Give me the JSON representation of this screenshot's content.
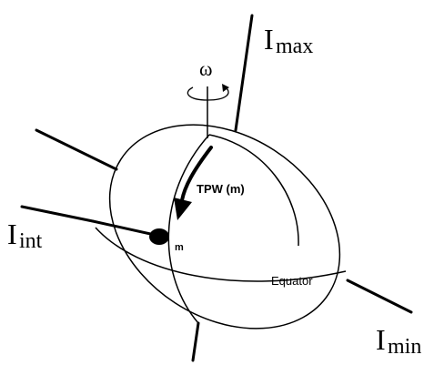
{
  "labels": {
    "omega": "ω",
    "i_max_base": "I",
    "i_max_sub": "max",
    "i_int_base": "I",
    "i_int_sub": "int",
    "i_min_base": "I",
    "i_min_sub": "min",
    "tpw": "TPW (m)",
    "mass": "m",
    "equator": "Equator"
  },
  "colors": {
    "ink": "#000000",
    "paper": "#ffffff"
  }
}
